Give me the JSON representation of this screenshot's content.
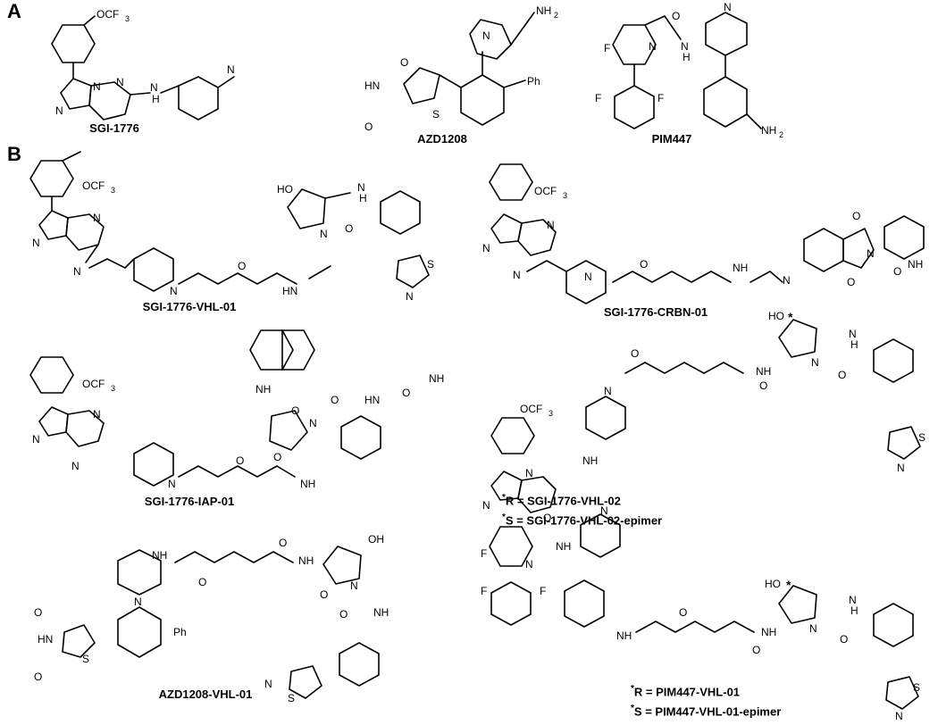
{
  "panels": {
    "a": "A",
    "b": "B"
  },
  "compounds": {
    "sgi1776": "SGI-1776",
    "azd1208": "AZD1208",
    "pim447": "PIM447",
    "sgi_vhl01": "SGI-1776-VHL-01",
    "sgi_crbn01": "SGI-1776-CRBN-01",
    "sgi_iap01": "SGI-1776-IAP-01",
    "azd_vhl01": "AZD1208-VHL-01"
  },
  "notes": {
    "vhl02_r_star": "*",
    "vhl02_r": "R = SGI-1776-VHL-02",
    "vhl02_s_star": "*",
    "vhl02_s": "S = SGI-1776-VHL-02-epimer",
    "pim_r_star": "*",
    "pim_r": "R = PIM447-VHL-01",
    "pim_s_star": "*",
    "pim_s": "S = PIM447-VHL-01-epimer"
  },
  "atoms": {
    "ocf3": "OCF",
    "three": "3",
    "n": "N",
    "h": "H",
    "o": "O",
    "s": "S",
    "f": "F",
    "hn": "HN",
    "nh": "NH",
    "nh2": "NH",
    "two": "2",
    "ho": "HO",
    "ph": "Ph",
    "oh": "OH",
    "star": "*"
  }
}
